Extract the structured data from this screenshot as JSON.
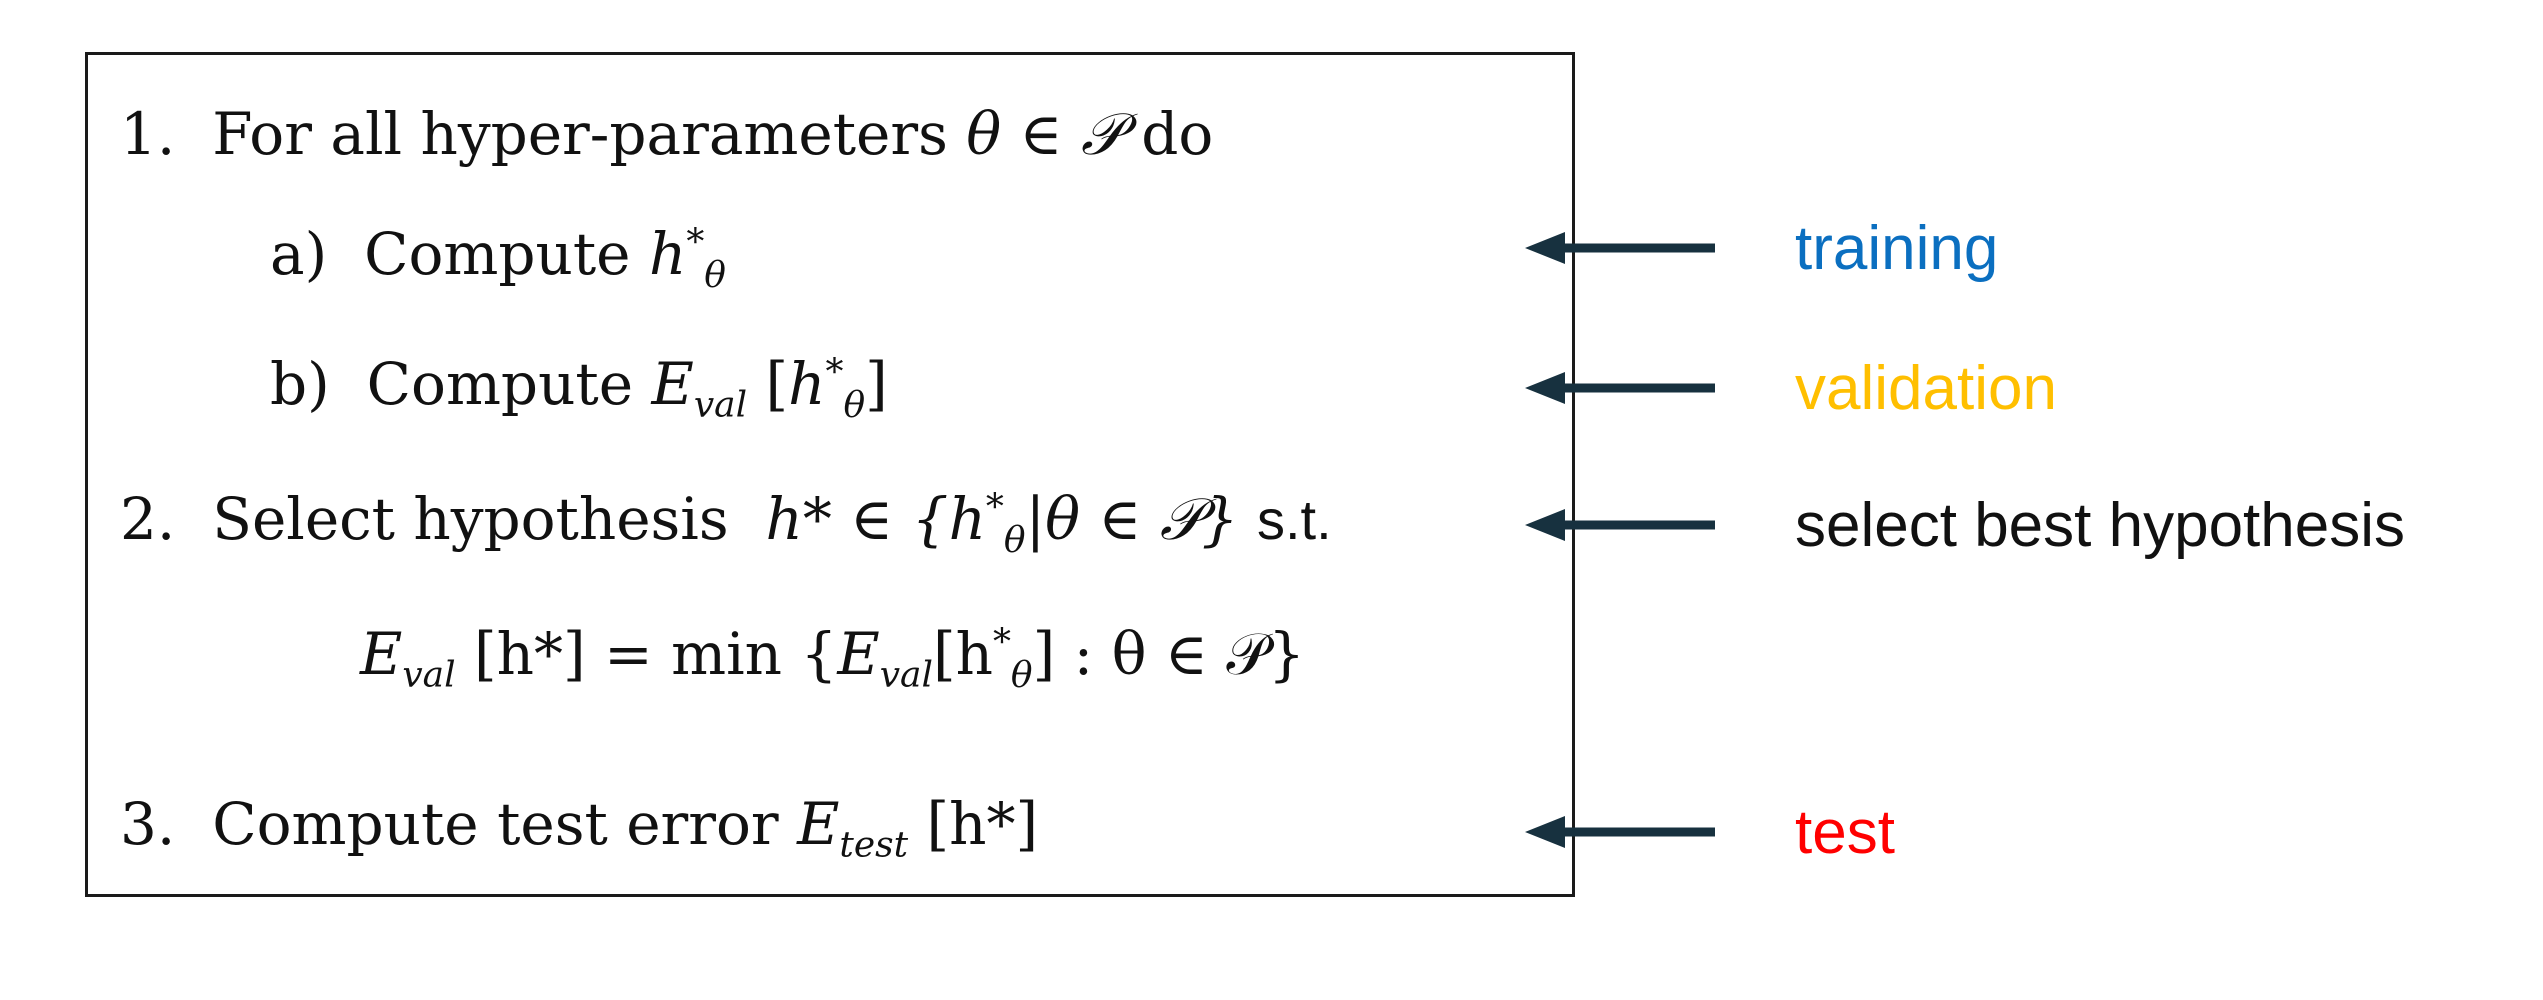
{
  "steps": {
    "step1": {
      "number": "1.",
      "text": "For all hyper-parameters",
      "theta": "θ",
      "in": "∈",
      "set": "𝒫",
      "do": "do"
    },
    "step1a": {
      "label": "a)",
      "text": "Compute",
      "h": "h",
      "sup": "*",
      "sub": "θ"
    },
    "step1b": {
      "label": "b)",
      "text": "Compute",
      "E": "E",
      "sub_val": "val",
      "lb": "[",
      "h": "h",
      "sup": "*",
      "sub": "θ",
      "rb": "]"
    },
    "step2": {
      "number": "2.",
      "text": "Select hypothesis",
      "expr_pre": "h* ∈ {h",
      "sup": "*",
      "sub": "θ",
      "expr_post": "|θ ∈ 𝒫}",
      "st": "s.t."
    },
    "step2eq": {
      "E": "E",
      "sub_val": "val",
      "lhs": "[h*] = min {",
      "E2": "E",
      "sub_val2": "val",
      "mid": "[h",
      "sup": "*",
      "sub": "θ",
      "rhs": "] : θ ∈ 𝒫}"
    },
    "step3": {
      "number": "3.",
      "text": "Compute test error",
      "E": "E",
      "sub_test": "test",
      "rhs": "[h*]"
    }
  },
  "labels": {
    "training": "training",
    "validation": "validation",
    "select": "select best hypothesis",
    "test": "test"
  },
  "colors": {
    "training": "#0B6FC0",
    "validation": "#FFBF00",
    "select": "#111111",
    "test": "#FF0000",
    "arrow": "#17313F"
  }
}
